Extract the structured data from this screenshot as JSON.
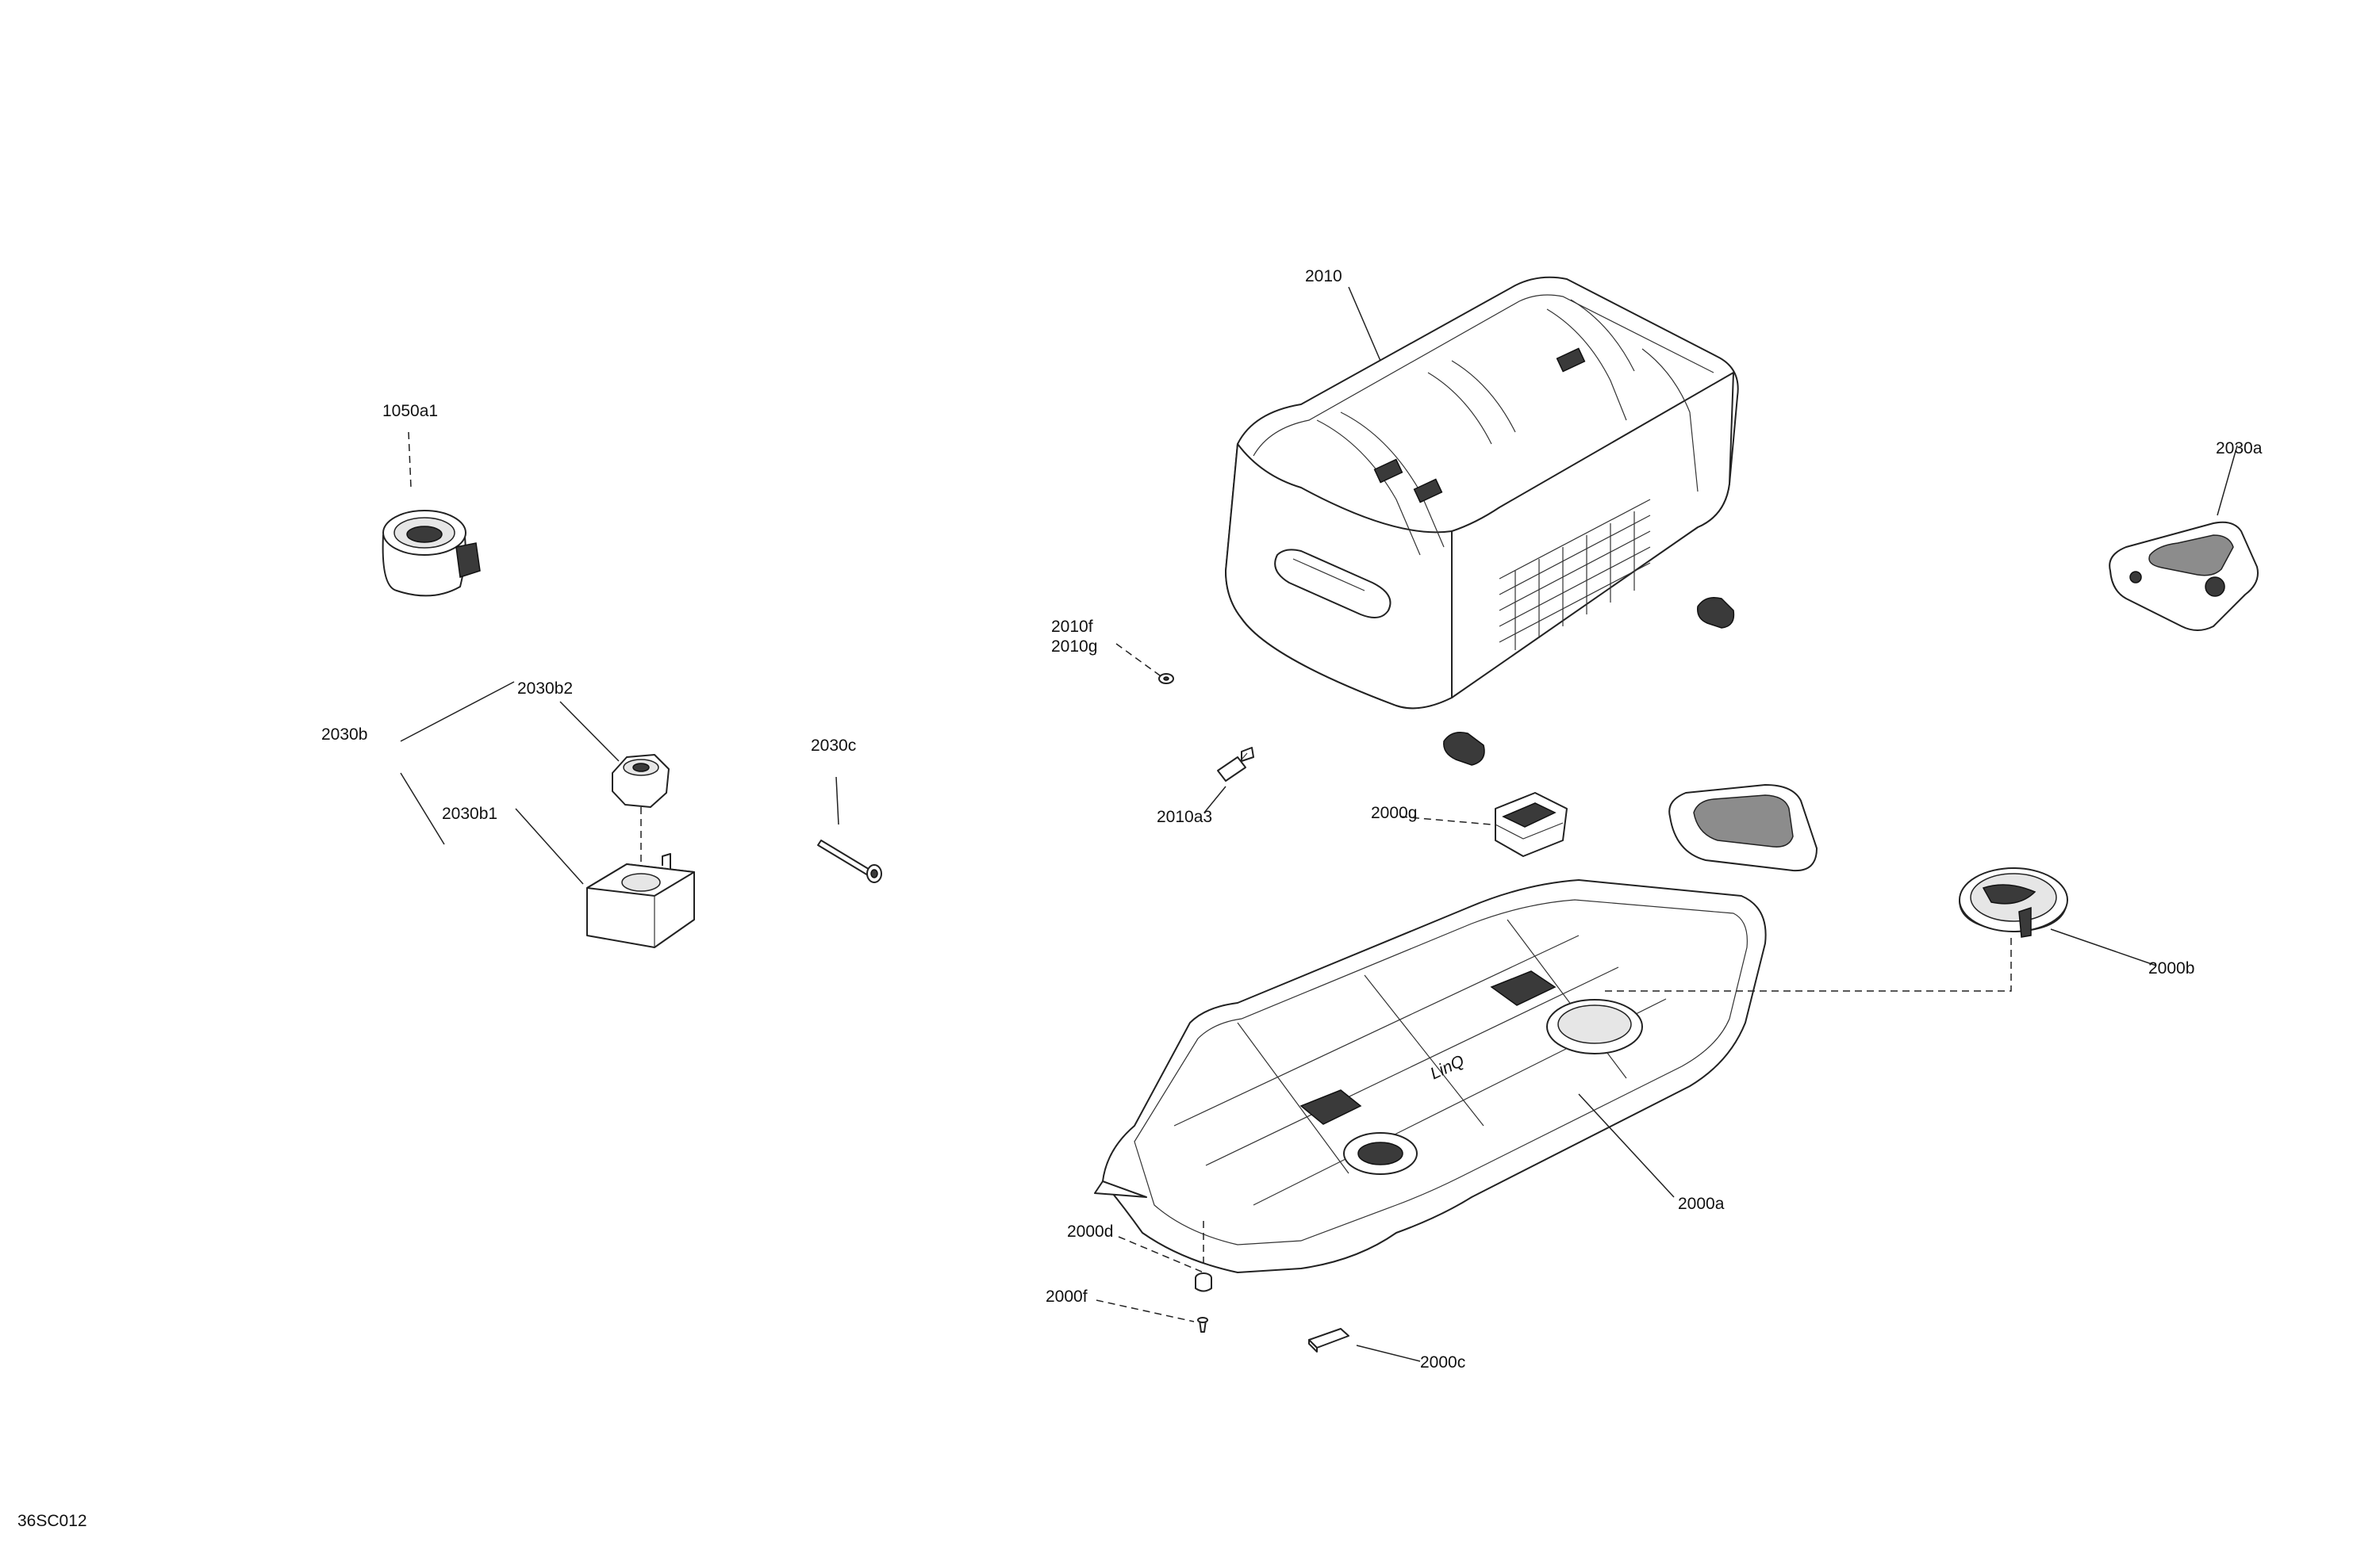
{
  "diagram_id": "36SC012",
  "callouts": {
    "c_2010": "2010",
    "c_1050a1": "1050a1",
    "c_2030a": "2030a",
    "c_2010f": "2010f",
    "c_2010g": "2010g",
    "c_2030b2": "2030b2",
    "c_2030b": "2030b",
    "c_2030c": "2030c",
    "c_2030b1": "2030b1",
    "c_2010a3": "2010a3",
    "c_2000g": "2000g",
    "c_2000b": "2000b",
    "c_2000a": "2000a",
    "c_2000d": "2000d",
    "c_2000f": "2000f",
    "c_2000c": "2000c"
  },
  "platform_logo": "LinQ"
}
